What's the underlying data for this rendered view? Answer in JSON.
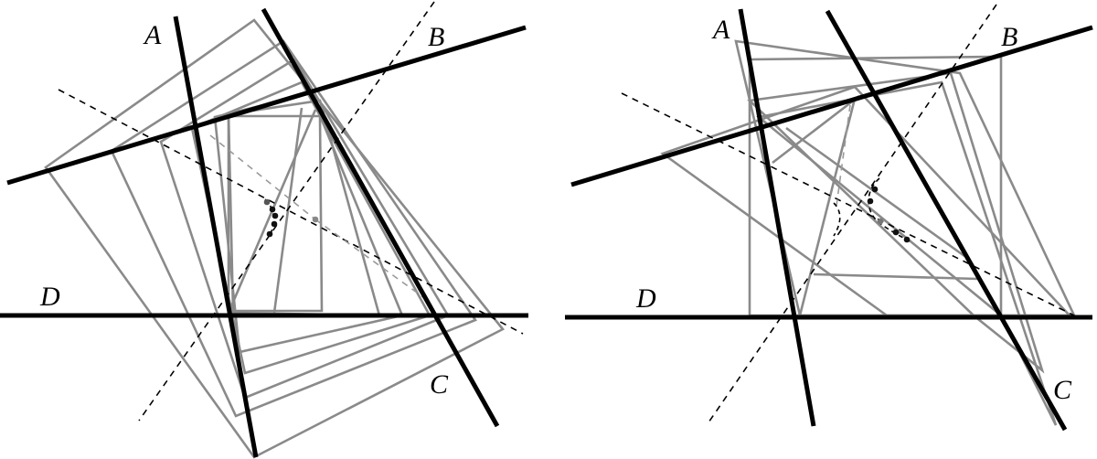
{
  "panels": [
    {
      "labels": {
        "A": "A",
        "B": "B",
        "C": "C",
        "D": "D"
      }
    },
    {
      "labels": {
        "A": "A",
        "B": "B",
        "C": "C",
        "D": "D"
      }
    }
  ],
  "colors": {
    "thick_lines": "#000000",
    "polygons": "#8a8a8a",
    "dashed_lines": "#000000",
    "background": "#ffffff"
  }
}
